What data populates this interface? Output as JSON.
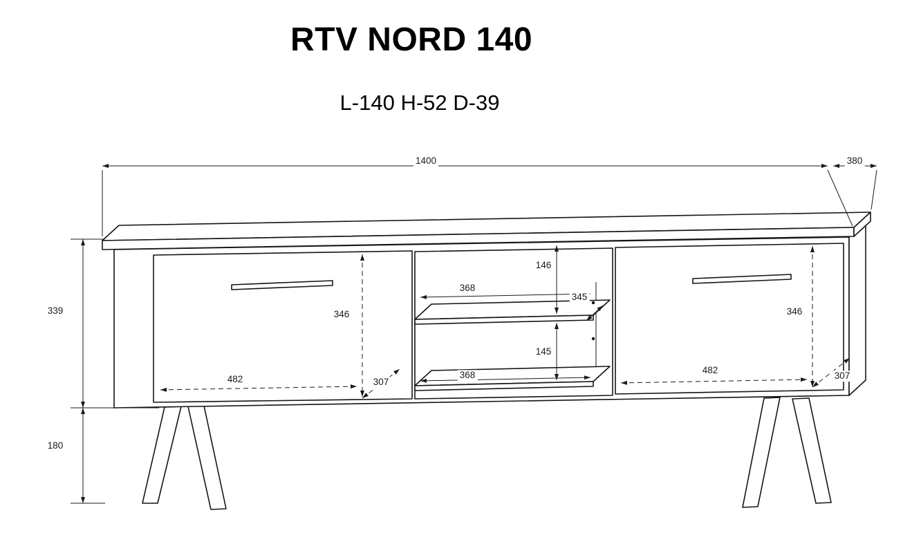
{
  "header": {
    "title": "RTV NORD 140",
    "subtitle": "L-140 H-52 D-39"
  },
  "drawing": {
    "line_color": "#1a1a1a",
    "background": "#ffffff"
  },
  "dimensions": {
    "overall": {
      "length": "1400",
      "depth": "380",
      "carcass_height": "339",
      "leg_height": "180"
    },
    "niche": {
      "upper_gap_height": "146",
      "upper_shelf_width": "368",
      "shelf_depth": "345",
      "lower_gap_height": "145",
      "lower_shelf_width": "368"
    },
    "left_compartment": {
      "inner_height": "346",
      "inner_width": "482",
      "inner_depth": "307"
    },
    "right_compartment": {
      "inner_height": "346",
      "inner_width": "482",
      "inner_depth": "307"
    }
  }
}
